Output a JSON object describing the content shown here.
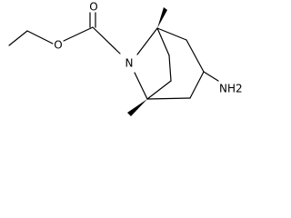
{
  "molecule": {
    "atoms": {
      "oxygen_carbonyl": "O",
      "oxygen_ether": "O",
      "nitrogen_bridge": "N",
      "amino_group": "NH2"
    },
    "colors": {
      "bond": "#000000",
      "label": "#000000",
      "background": "#ffffff"
    }
  }
}
